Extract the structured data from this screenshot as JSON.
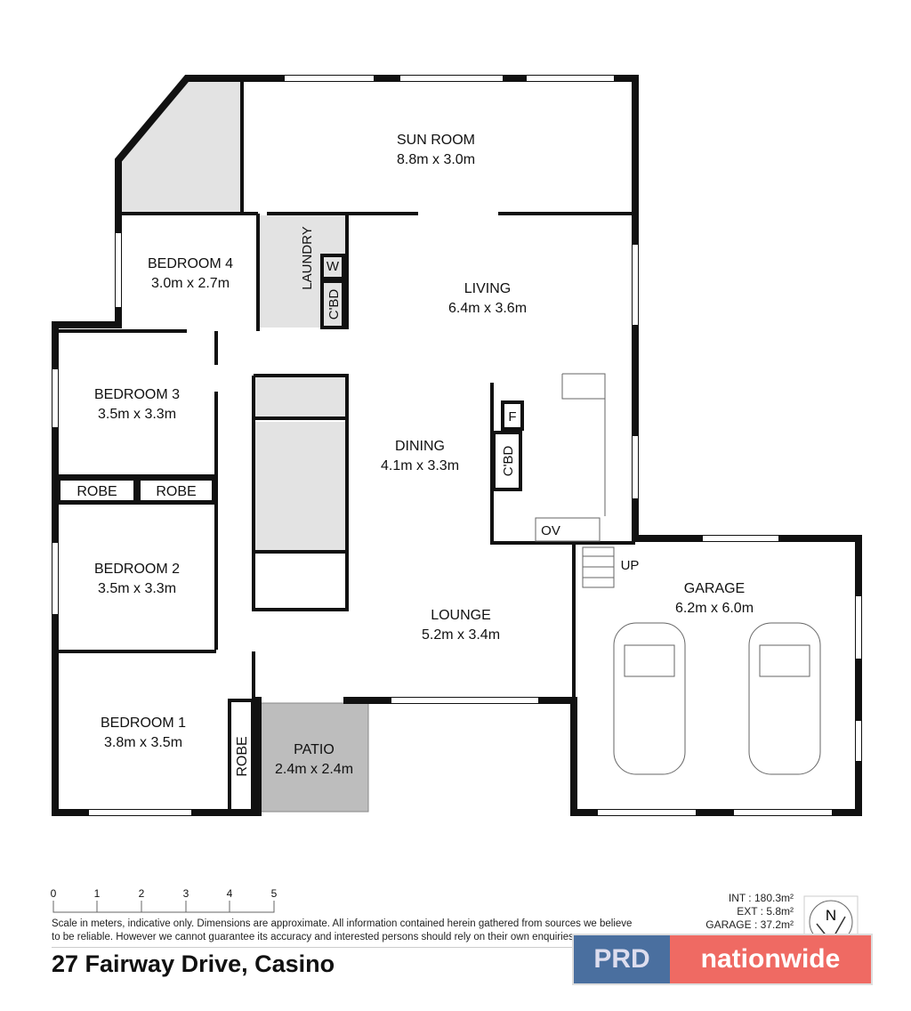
{
  "rooms": {
    "sun_room": {
      "name": "SUN ROOM",
      "size": "8.8m x 3.0m"
    },
    "bedroom4": {
      "name": "BEDROOM 4",
      "size": "3.0m x 2.7m"
    },
    "laundry": {
      "name": "LAUNDRY"
    },
    "living": {
      "name": "LIVING",
      "size": "6.4m x 3.6m"
    },
    "bedroom3": {
      "name": "BEDROOM 3",
      "size": "3.5m x 3.3m"
    },
    "dining": {
      "name": "DINING",
      "size": "4.1m x 3.3m"
    },
    "bedroom2": {
      "name": "BEDROOM 2",
      "size": "3.5m x 3.3m"
    },
    "lounge": {
      "name": "LOUNGE",
      "size": "5.2m x 3.4m"
    },
    "garage": {
      "name": "GARAGE",
      "size": "6.2m x 6.0m"
    },
    "bedroom1": {
      "name": "BEDROOM 1",
      "size": "3.8m x 3.5m"
    },
    "patio": {
      "name": "PATIO",
      "size": "2.4m x 2.4m"
    }
  },
  "fixtures": {
    "w": "W",
    "cbd": "C'BD",
    "f": "F",
    "ov": "OV",
    "up": "UP",
    "robe": "ROBE"
  },
  "scale": {
    "ticks": [
      "0",
      "1",
      "2",
      "3",
      "4",
      "5"
    ]
  },
  "disclaimer": "Scale in meters, indicative only. Dimensions are approximate. All information contained herein gathered from sources we believe to be reliable. However we cannot guarantee its accuracy and interested persons should rely on their own enquiries.",
  "address": "27 Fairway Drive, Casino",
  "areas": {
    "int": "INT : 180.3m²",
    "ext": "EXT : 5.8m²",
    "garage": "GARAGE : 37.2m²"
  },
  "compass": "N",
  "logo": {
    "left": "PRD",
    "right": "nationwide"
  },
  "colors": {
    "wet_area": "#e3e3e3",
    "patio": "#bdbdbd",
    "logo_blue": "#4a6f9f",
    "logo_red": "#ef6a63"
  }
}
